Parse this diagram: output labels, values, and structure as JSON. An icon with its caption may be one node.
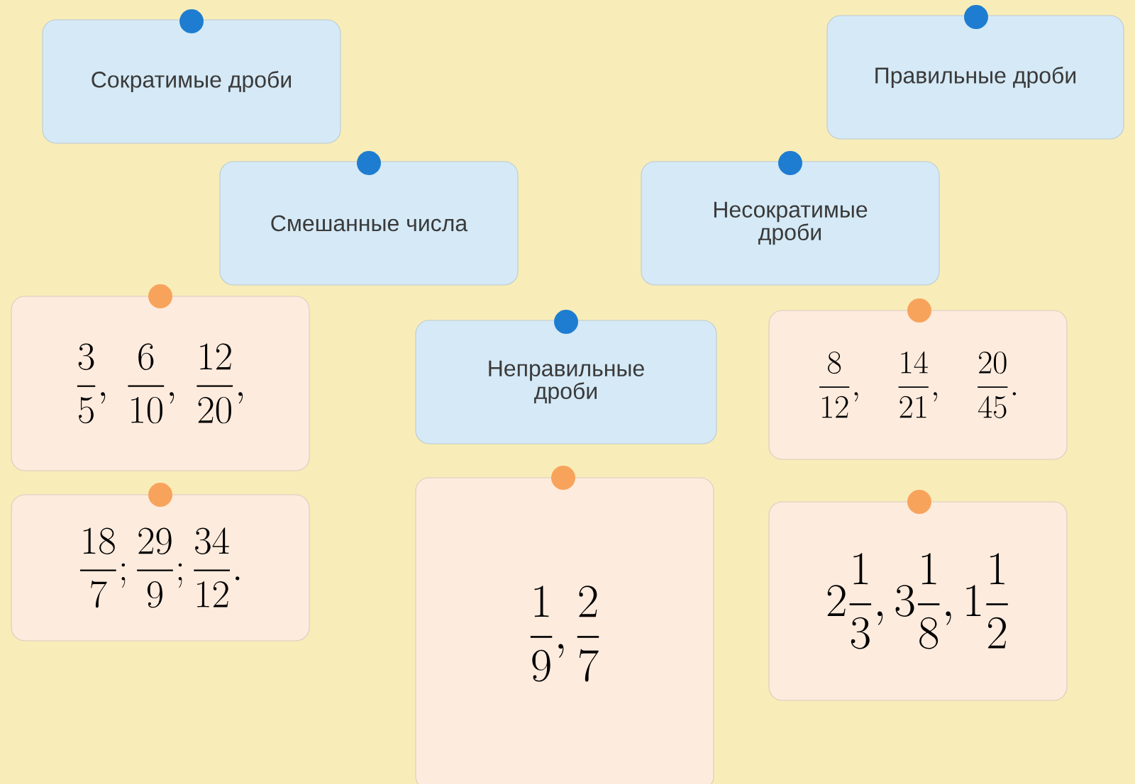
{
  "diagram": {
    "nodes": [
      {
        "text": [
          "Сократимые дроби"
        ]
      },
      {
        "text": [
          "Правильные дроби"
        ]
      },
      {
        "text": [
          "Смешанные числа"
        ]
      },
      {
        "text": [
          "Несократимые дроби"
        ]
      },
      {
        "text": [
          "Неправильные дроби"
        ]
      },
      {
        "text": [
          "\\frac{3}{5},\\ \\frac{6}{10},\\ \\frac{12}{20},"
        ]
      },
      {
        "text": [
          "\\frac{8}{12},\\quad \\frac{14}{21},\\quad \\frac{20}{45}."
        ]
      },
      {
        "text": [
          "\\frac{18}{7};\\frac{29}{9};\\frac{34}{12}."
        ]
      },
      {
        "text": [
          "\\frac{1}{9},\\frac{2}{7}"
        ]
      },
      {
        "text": [
          "2\\frac{1}{3},3\\frac{1}{8},1\\frac{1}{2}"
        ]
      }
    ]
  }
}
